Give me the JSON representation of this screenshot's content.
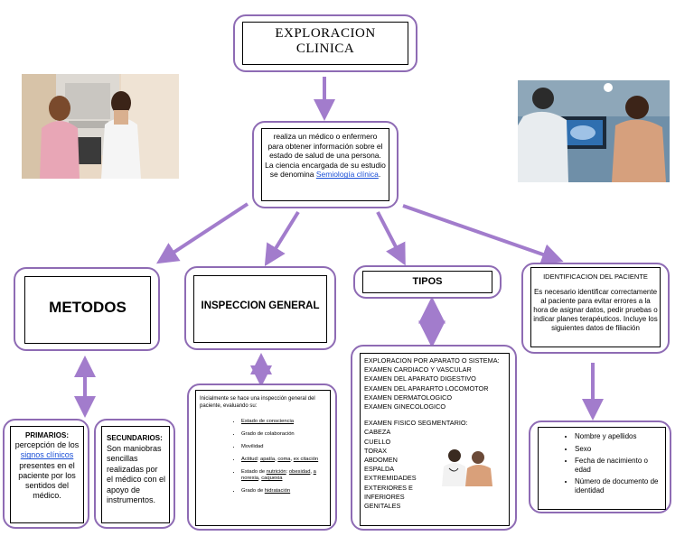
{
  "title": {
    "line1": "EXPLORACION",
    "line2": "CLINICA"
  },
  "definition": {
    "text": "realiza un médico o enfermero para obtener información sobre el estado de salud de una persona. La ciencia encargada de su estudio se denomina ",
    "link": "Semiología clínica",
    "end": "."
  },
  "metodos": {
    "title": "METODOS"
  },
  "inspeccion": {
    "title": "INSPECCION GENERAL",
    "intro": "Inicialmente se hace una inspección general del paciente, evaluando su:",
    "items": {
      "i1": "Estado de consciencia",
      "i2": "Grado de colaboración",
      "i3": "Movilidad",
      "i4a": "Actitud",
      "i4b": "apatía",
      "i4c": "coma",
      "i4d": "ex citación",
      "i5a": "Estado de",
      "i5b": "nutrición",
      "i5c": "obesidad",
      "i5d": "a norexia",
      "i5e": "caquexia",
      "i6a": "Grado de",
      "i6b": "hidratación"
    }
  },
  "tipos": {
    "title": "TIPOS",
    "list1": [
      "EXPLORACION POR APARATO O SISTEMA:",
      "EXAMEN CARDIACO Y VASCULAR",
      "EXAMEN DEL APARATO DIGESTIVO",
      "EXAMEN DEL APARARTO LOCOMOTOR",
      "EXAMEN DERMATOLOGICO",
      "EXAMEN GINECOLOGICO"
    ],
    "list2": [
      "EXAMEN FISICO SEGMENTARIO:",
      "CABEZA",
      "CUELLO",
      "TORAX",
      "ABDOMEN",
      "ESPALDA",
      "EXTREMIDADES EXTERIORES E INFERIORES",
      "GENITALES"
    ]
  },
  "identificacion": {
    "title": "IDENTIFICACION DEL PACIENTE",
    "text": "Es necesario identificar correctamente al paciente para evitar errores a la hora de asignar datos, pedir pruebas o indicar planes terapéuticos. Incluye los siguientes datos de filiación",
    "items": [
      "Nombre y apellidos",
      "Sexo",
      "Fecha de nacimiento o edad",
      "Número de documento de identidad"
    ]
  },
  "primarios": {
    "title": "PRIMARIOS:",
    "t1": "percepción de los ",
    "link": "signos clínicos",
    "t2": " presentes en el paciente por los sentidos del médico."
  },
  "secundarios": {
    "title": "SECUNDARIOS:",
    "text": "Son maniobras sencillas realizadas por el médico con el apoyo de instrumentos."
  },
  "colors": {
    "purple": "#a27ccc",
    "border": "#8e6bb4",
    "link": "#1a4fd6"
  }
}
